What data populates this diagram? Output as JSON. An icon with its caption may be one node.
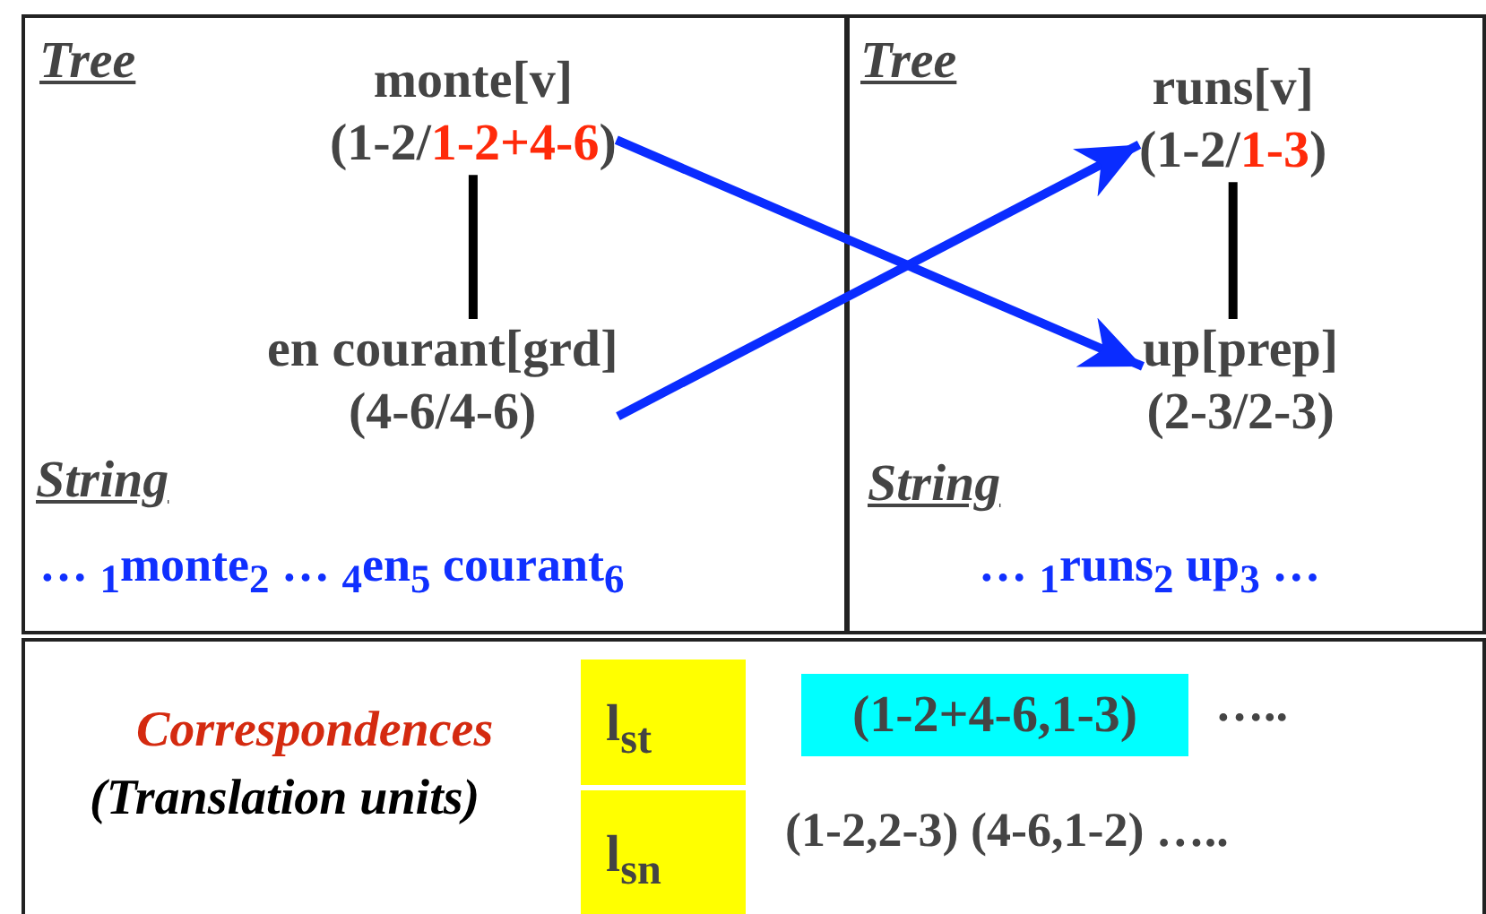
{
  "diagram": {
    "nodes": [
      {
        "text": [
          "Tree",
          "String",
          "… $_{1}$monte$_{2}$ … $_{4}$en$_{5}$ courant$_{6}$"
        ]
      },
      {
        "text": [
          "monte[v]",
          "(1-2/**1-2+4-6**)"
        ],
        "in": 0
      },
      {
        "text": [
          "en courant[grd]",
          "(4-6/4-6)"
        ],
        "in": 0
      },
      {
        "text": [
          "Tree",
          "String",
          "… $_{1}$runs$_{2}$  up$_{3}$ …"
        ]
      },
      {
        "text": [
          "runs[v]",
          "(1-2/**1-3**)"
        ],
        "in": 3
      },
      {
        "text": [
          "up[prep]",
          "(2-3/2-3)"
        ],
        "in": 3
      },
      {
        "text": [
          "Correspondences",
          "(Translation units)"
        ]
      },
      {
        "text": [
          "l$_{st}$"
        ],
        "in": 6
      },
      {
        "text": [
          "l$_{sn}$"
        ],
        "in": 6
      },
      {
        "text": [
          "(1-2+4-6,1-3)"
        ],
        "in": 6
      }
    ],
    "edges": [
      {
        "from": 1,
        "to": 2,
        "arrow": "none",
        "color": "#000000"
      },
      {
        "from": 4,
        "to": 5,
        "arrow": "none",
        "color": "#000000"
      },
      {
        "from": 1,
        "to": 5,
        "arrow": "to",
        "color": "#0a2cff"
      },
      {
        "from": 2,
        "to": 4,
        "arrow": "to",
        "color": "#0a2cff"
      }
    ],
    "labels": [
      "…..",
      "(1-2,2-3) (4-6,1-2) ….."
    ]
  }
}
